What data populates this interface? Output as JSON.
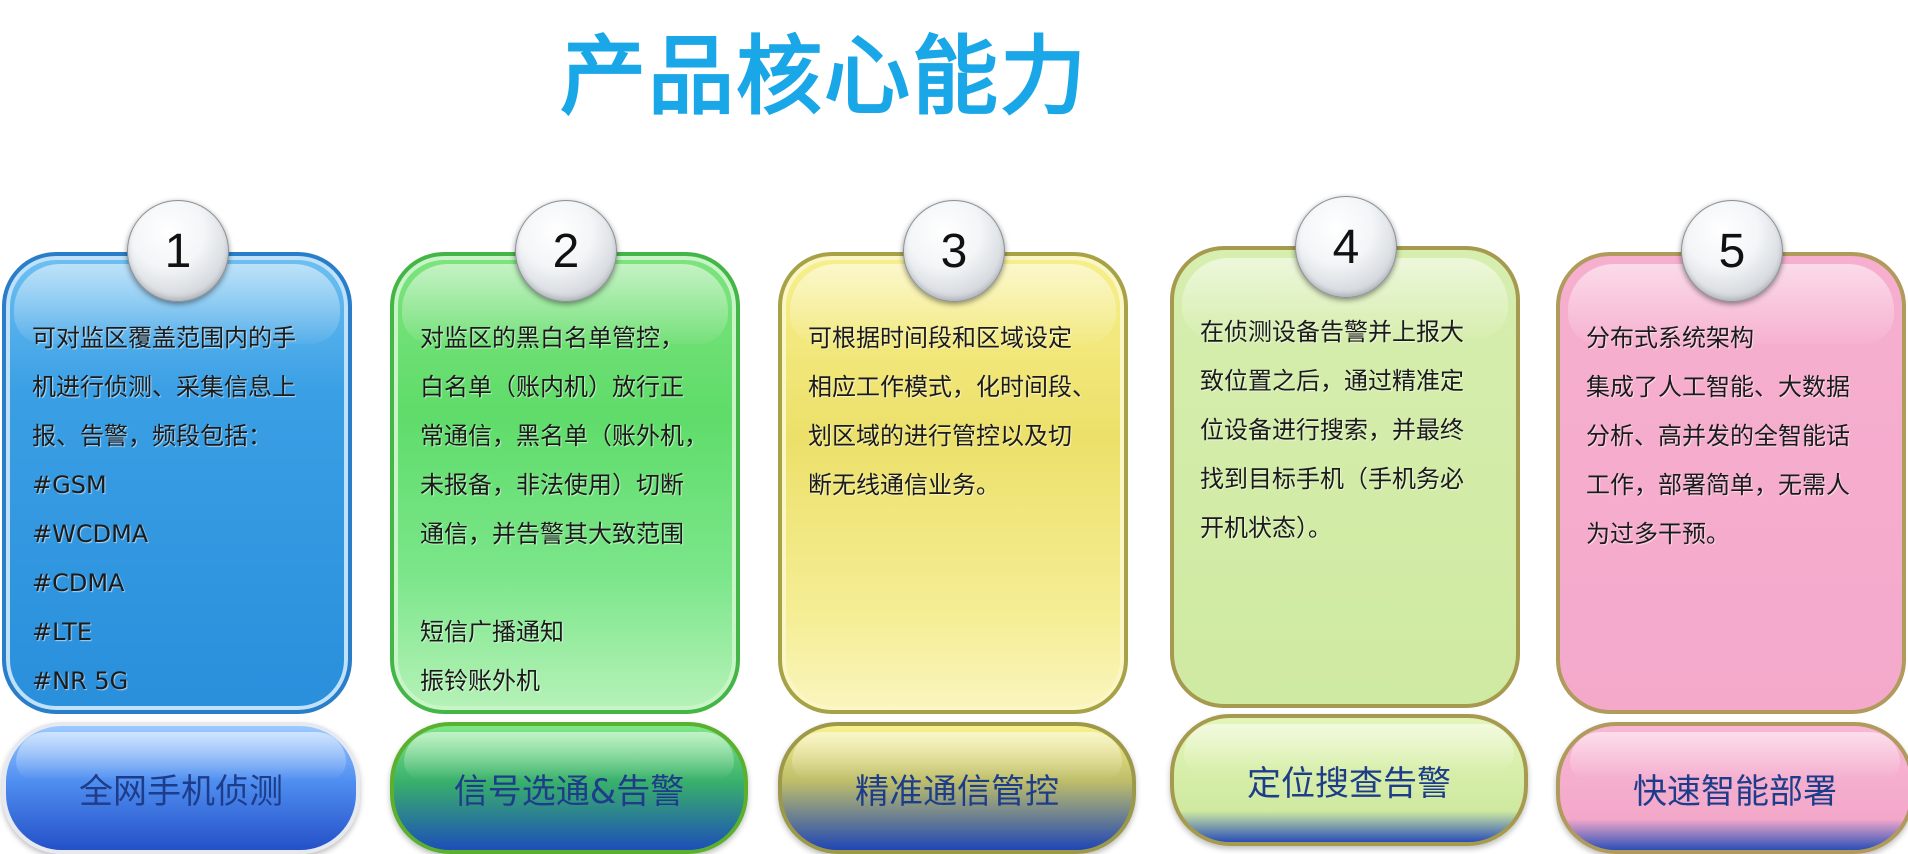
{
  "title": "产品核心能力",
  "cards": [
    {
      "number": "1",
      "lines": [
        "可对监区覆盖范围内的手",
        "机进行侦测、采集信息上",
        "报、告警，频段包括：",
        "#GSM",
        "#WCDMA",
        "#CDMA",
        "#LTE",
        "#NR 5G"
      ],
      "footer": "全网手机侦测"
    },
    {
      "number": "2",
      "lines": [
        "对监区的黑白名单管控，",
        "白名单（账内机）放行正",
        "常通信，黑名单（账外机，",
        "未报备，非法使用）切断",
        "通信，并告警其大致范围"
      ],
      "extra_lines": [
        "短信广播通知",
        "振铃账外机"
      ],
      "footer": "信号选通&告警"
    },
    {
      "number": "3",
      "lines": [
        "可根据时间段和区域设定",
        "相应工作模式，化时间段、",
        "划区域的进行管控以及切",
        "断无线通信业务。"
      ],
      "footer": "精准通信管控"
    },
    {
      "number": "4",
      "lines": [
        "在侦测设备告警并上报大",
        "致位置之后，通过精准定",
        "位设备进行搜索，并最终",
        "找到目标手机（手机务必",
        "开机状态）。"
      ],
      "footer": "定位搜查告警"
    },
    {
      "number": "5",
      "lines": [
        "分布式系统架构",
        "集成了人工智能、大数据",
        "分析、高并发的全智能话",
        "工作，部署简单，无需人",
        "为过多干预。"
      ],
      "footer": "快速智能部署"
    }
  ]
}
